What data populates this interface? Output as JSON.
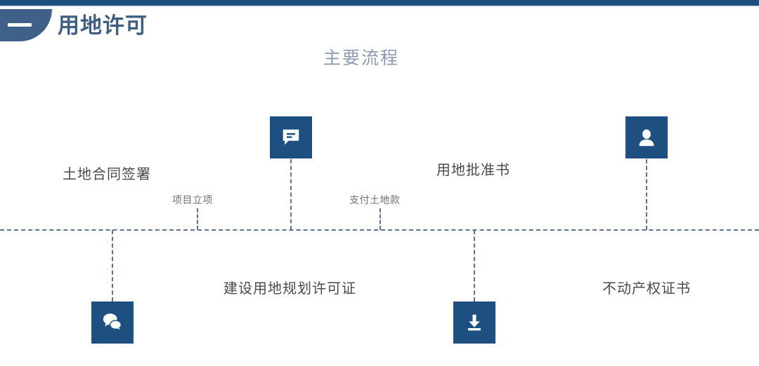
{
  "theme": {
    "top_bar_color": "#1d4f80",
    "badge_color": "#3f6189",
    "title_color": "#3f5f80",
    "subtitle_color": "#8d9bb0",
    "tile_color": "#1d4f80",
    "dash_color": "#3f5f80",
    "label_color": "#4a4a4a",
    "background": "#ffffff"
  },
  "header": {
    "badge_icon": "dash-mark",
    "title": "用地许可"
  },
  "subtitle": "主要流程",
  "timeline": {
    "axis_style": "dashed",
    "nodes": [
      {
        "id": "node-1",
        "label": "土地合同签署",
        "label_size": "large",
        "side": "above",
        "has_tile": false
      },
      {
        "id": "node-2",
        "label": "项目立项",
        "label_size": "small",
        "side": "above",
        "has_tile": false
      },
      {
        "id": "node-3",
        "label": "",
        "icon": "comment-icon",
        "side": "above",
        "has_tile": true
      },
      {
        "id": "node-4",
        "label": "支付土地款",
        "label_size": "small",
        "side": "above",
        "has_tile": false
      },
      {
        "id": "node-5",
        "label": "用地批准书",
        "label_size": "large",
        "side": "above",
        "has_tile": false
      },
      {
        "id": "node-6",
        "label": "",
        "icon": "user-icon",
        "side": "above",
        "has_tile": true
      },
      {
        "id": "node-7",
        "label": "",
        "icon": "comments-icon",
        "side": "below",
        "has_tile": true
      },
      {
        "id": "node-8",
        "label": "建设用地规划许可证",
        "label_size": "large",
        "side": "below",
        "has_tile": false
      },
      {
        "id": "node-9",
        "label": "",
        "icon": "download-icon",
        "side": "below",
        "has_tile": true
      },
      {
        "id": "node-10",
        "label": "不动产权证书",
        "label_size": "large",
        "side": "below",
        "has_tile": false
      }
    ]
  }
}
